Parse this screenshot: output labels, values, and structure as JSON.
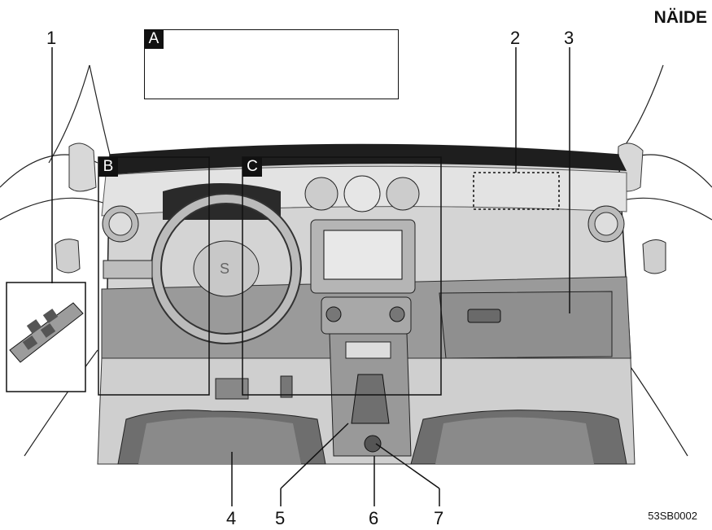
{
  "header": {
    "title": "NÄIDE"
  },
  "figure_code": "53SB0002",
  "callouts": [
    "1",
    "2",
    "3",
    "4",
    "5",
    "6",
    "7"
  ],
  "area_labels": {
    "a": "A",
    "b": "B",
    "c": "C"
  }
}
